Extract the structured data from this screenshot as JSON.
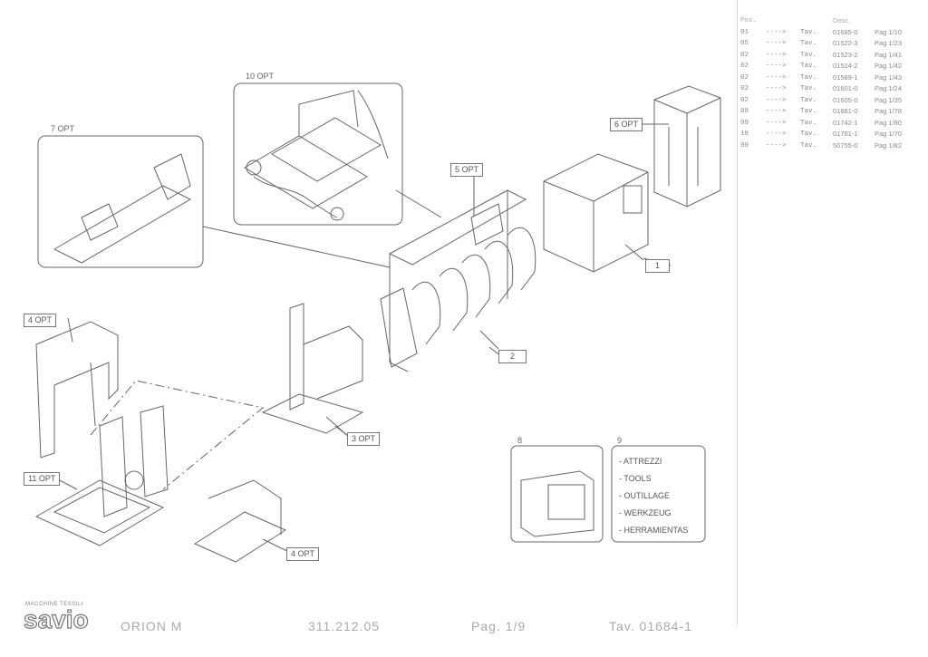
{
  "parts_table": {
    "header": {
      "c0": "Pos.",
      "c3": "Desc."
    },
    "rows": [
      {
        "pos": "01",
        "arrow": "---->",
        "tav": "Tav.",
        "code": "01685-0",
        "page": "Pag 1/10"
      },
      {
        "pos": "05",
        "arrow": "---->",
        "tav": "Tav.",
        "code": "01522-3",
        "page": "Pag 1/23"
      },
      {
        "pos": "02",
        "arrow": "---->",
        "tav": "Tav.",
        "code": "01523-2",
        "page": "Pag 1/41"
      },
      {
        "pos": "02",
        "arrow": "---->",
        "tav": "Tav.",
        "code": "01524-2",
        "page": "Pag 1/42"
      },
      {
        "pos": "02",
        "arrow": "---->",
        "tav": "Tav.",
        "code": "01589-1",
        "page": "Pag 1/43"
      },
      {
        "pos": "02",
        "arrow": "---->",
        "tav": "Tav.",
        "code": "01601-0",
        "page": "Pag 1/24"
      },
      {
        "pos": "02",
        "arrow": "---->",
        "tav": "Tav.",
        "code": "01605-0",
        "page": "Pag 1/35"
      },
      {
        "pos": "08",
        "arrow": "---->",
        "tav": "Tav.",
        "code": "01681-0",
        "page": "Pag 1/78"
      },
      {
        "pos": "09",
        "arrow": "---->",
        "tav": "Tav.",
        "code": "01742-1",
        "page": "Pag 1/80"
      },
      {
        "pos": "10",
        "arrow": "---->",
        "tav": "Tav.",
        "code": "01781-1",
        "page": "Pag 1/70"
      },
      {
        "pos": "00",
        "arrow": "---->",
        "tav": "Tav.",
        "code": "50755-0",
        "page": "Pag 1/82"
      }
    ]
  },
  "labels": {
    "opt10": "10 OPT",
    "opt7": "7 OPT",
    "opt6": "6 OPT",
    "opt5": "5 OPT",
    "num1": "1",
    "num2": "2",
    "opt4a": "4 OPT",
    "opt3": "3 OPT",
    "opt11": "11 OPT",
    "opt4b": "4 OPT",
    "num8": "8",
    "num9": "9"
  },
  "tools": [
    "- ATTREZZI",
    "- TOOLS",
    "- OUTILLAGE",
    "- WERKZEUG",
    "- HERRAMIENTAS"
  ],
  "footer": {
    "brand": "savio",
    "brand_tag": "MACCHINE TESSILI",
    "model": "ORION M",
    "code": "311.212.05",
    "page": "Pag. 1/9",
    "tav": "Tav. 01684-1"
  }
}
